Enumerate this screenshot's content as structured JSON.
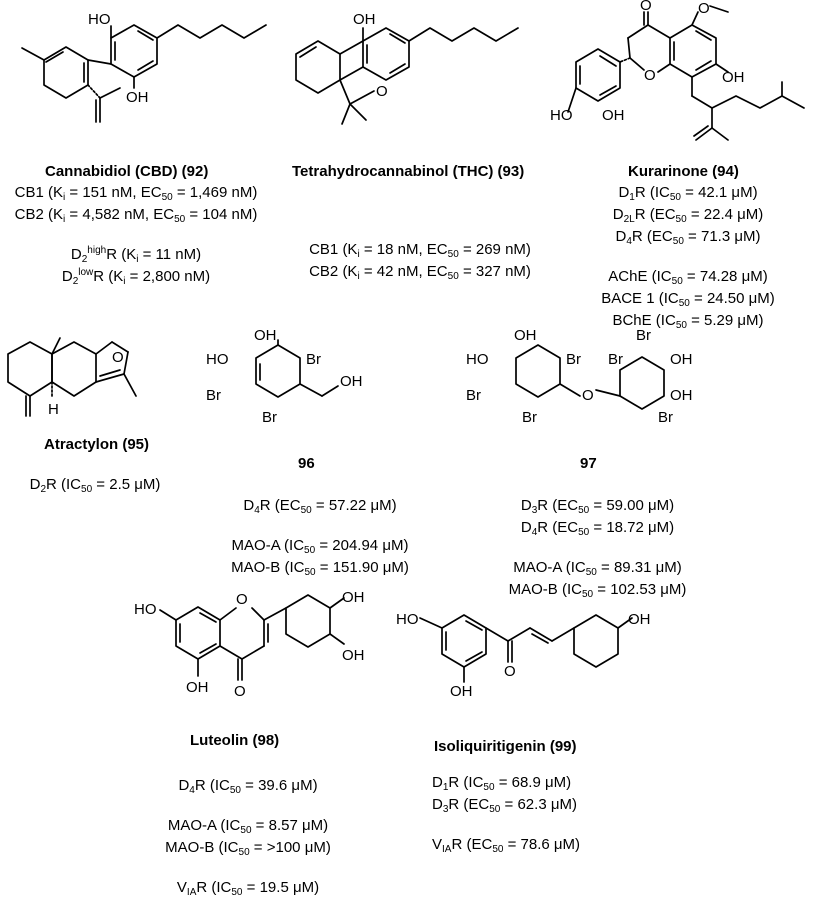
{
  "compounds": {
    "c92": {
      "name": "Cannabidiol (CBD) (92)",
      "atoms": [
        "HO",
        "OH"
      ],
      "rows": [
        [
          [
            "CB1 (K",
            ""
          ],
          [
            "i",
            "sub"
          ],
          [
            " = 151 nM, EC",
            ""
          ],
          [
            "50",
            "sub"
          ],
          [
            " = 1,469 nM)",
            ""
          ]
        ],
        [
          [
            "CB2 (K",
            ""
          ],
          [
            "i",
            "sub"
          ],
          [
            " =  4,582 nM, EC",
            ""
          ],
          [
            "50",
            "sub"
          ],
          [
            " = 104 nM)",
            ""
          ]
        ],
        [],
        [
          [
            "D",
            ""
          ],
          [
            "2",
            "sub"
          ],
          [
            "high",
            "sup"
          ],
          [
            "R (K",
            ""
          ],
          [
            "i",
            "sub"
          ],
          [
            "  = 11 nM)",
            ""
          ]
        ],
        [
          [
            "D",
            ""
          ],
          [
            "2",
            "sub"
          ],
          [
            "low",
            "sup"
          ],
          [
            "R (K",
            ""
          ],
          [
            "i",
            "sub"
          ],
          [
            " = 2,800 nM)",
            ""
          ]
        ]
      ]
    },
    "c93": {
      "name": "Tetrahydrocannabinol (THC) (93)",
      "atoms": [
        "OH",
        "O"
      ],
      "rows": [
        [
          [
            "CB1 (K",
            ""
          ],
          [
            "i",
            "sub"
          ],
          [
            " = 18 nM, EC",
            ""
          ],
          [
            "50",
            "sub"
          ],
          [
            " = 269 nM)",
            ""
          ]
        ],
        [
          [
            "CB2 (K",
            ""
          ],
          [
            "i",
            "sub"
          ],
          [
            " = 42 nM, EC",
            ""
          ],
          [
            "50",
            "sub"
          ],
          [
            " = 327 nM)",
            ""
          ]
        ]
      ]
    },
    "c94": {
      "name": "Kurarinone (94)",
      "atoms": [
        "O",
        "O",
        "O",
        "OH",
        "HO",
        "OH"
      ],
      "rows": [
        [
          [
            "D",
            ""
          ],
          [
            "1",
            "sub"
          ],
          [
            "R (IC",
            ""
          ],
          [
            "50",
            "sub"
          ],
          [
            " = 42.1 μM)",
            ""
          ]
        ],
        [
          [
            "D",
            ""
          ],
          [
            "2L",
            "sub"
          ],
          [
            "R (EC",
            ""
          ],
          [
            "50",
            "sub"
          ],
          [
            " = 22.4 μM)",
            ""
          ]
        ],
        [
          [
            "D",
            ""
          ],
          [
            "4",
            "sub"
          ],
          [
            "R (EC",
            ""
          ],
          [
            "50",
            "sub"
          ],
          [
            " = 71.3 μM)",
            ""
          ]
        ],
        [],
        [
          [
            "AChE (IC",
            ""
          ],
          [
            "50",
            "sub"
          ],
          [
            " = 74.28 μM)",
            ""
          ]
        ],
        [
          [
            "BACE 1 (IC",
            ""
          ],
          [
            "50",
            "sub"
          ],
          [
            " = 24.50 μM)",
            ""
          ]
        ],
        [
          [
            "BChE (IC",
            ""
          ],
          [
            "50",
            "sub"
          ],
          [
            " = 5.29 μM)",
            ""
          ]
        ]
      ]
    },
    "c95": {
      "name": "Atractylon (95)",
      "atoms": [
        "O",
        "H"
      ],
      "rows": [
        [
          [
            "D",
            ""
          ],
          [
            "2",
            "sub"
          ],
          [
            "R (IC",
            ""
          ],
          [
            "50",
            "sub"
          ],
          [
            " = 2.5 μM)",
            ""
          ]
        ]
      ]
    },
    "c96": {
      "name": "96",
      "atoms": [
        "OH",
        "HO",
        "Br",
        "Br",
        "Br",
        "OH"
      ],
      "rows": [
        [
          [
            "D",
            ""
          ],
          [
            "4",
            "sub"
          ],
          [
            "R (EC",
            ""
          ],
          [
            "50",
            "sub"
          ],
          [
            " = 57.22 μM)",
            ""
          ]
        ],
        [],
        [
          [
            "MAO-A (IC",
            ""
          ],
          [
            "50",
            "sub"
          ],
          [
            " = 204.94 μM)",
            ""
          ]
        ],
        [
          [
            "MAO-B (IC",
            ""
          ],
          [
            "50",
            "sub"
          ],
          [
            " = 151.90 μM)",
            ""
          ]
        ]
      ]
    },
    "c97": {
      "name": "97",
      "atoms": [
        "OH",
        "HO",
        "Br",
        "Br",
        "Br",
        "O",
        "Br",
        "Br",
        "OH",
        "OH",
        "Br",
        "Br"
      ],
      "rows": [
        [
          [
            "D",
            ""
          ],
          [
            "3",
            "sub"
          ],
          [
            "R (EC",
            ""
          ],
          [
            "50",
            "sub"
          ],
          [
            " =  59.00 μM)",
            ""
          ]
        ],
        [
          [
            "D",
            ""
          ],
          [
            "4",
            "sub"
          ],
          [
            "R (EC",
            ""
          ],
          [
            "50",
            "sub"
          ],
          [
            " = 18.72 μM)",
            ""
          ]
        ],
        [],
        [
          [
            "MAO-A (IC",
            ""
          ],
          [
            "50",
            "sub"
          ],
          [
            " = 89.31 μM)",
            ""
          ]
        ],
        [
          [
            "MAO-B (IC",
            ""
          ],
          [
            "50",
            "sub"
          ],
          [
            " = 102.53 μM)",
            ""
          ]
        ]
      ]
    },
    "c98": {
      "name": "Luteolin (98)",
      "atoms": [
        "OH",
        "OH",
        "HO",
        "O",
        "OH",
        "O"
      ],
      "rows": [
        [
          [
            "D",
            ""
          ],
          [
            "4",
            "sub"
          ],
          [
            "R (IC",
            ""
          ],
          [
            "50",
            "sub"
          ],
          [
            " = 39.6 μM)",
            ""
          ]
        ],
        [],
        [
          [
            "MAO-A (IC",
            ""
          ],
          [
            "50",
            "sub"
          ],
          [
            " = 8.57 μM)",
            ""
          ]
        ],
        [
          [
            "MAO-B (IC",
            ""
          ],
          [
            "50",
            "sub"
          ],
          [
            " = >100 μM)",
            ""
          ]
        ],
        [],
        [
          [
            "V",
            ""
          ],
          [
            "IA",
            "sub"
          ],
          [
            "R (IC",
            ""
          ],
          [
            "50",
            "sub"
          ],
          [
            " = 19.5 μM)",
            ""
          ]
        ]
      ]
    },
    "c99": {
      "name": "Isoliquiritigenin (99)",
      "atoms": [
        "HO",
        "OH",
        "OH",
        "O"
      ],
      "rows": [
        [
          [
            "D",
            ""
          ],
          [
            "1",
            "sub"
          ],
          [
            "R (IC",
            ""
          ],
          [
            "50",
            "sub"
          ],
          [
            " = 68.9 μM)",
            ""
          ]
        ],
        [
          [
            "D",
            ""
          ],
          [
            "3",
            "sub"
          ],
          [
            "R (EC",
            ""
          ],
          [
            "50",
            "sub"
          ],
          [
            " = 62.3 μM)",
            ""
          ]
        ],
        [],
        [
          [
            "V",
            ""
          ],
          [
            "IA",
            "sub"
          ],
          [
            "R (EC",
            ""
          ],
          [
            "50",
            "sub"
          ],
          [
            " = 78.6 μM)",
            ""
          ]
        ]
      ]
    }
  }
}
